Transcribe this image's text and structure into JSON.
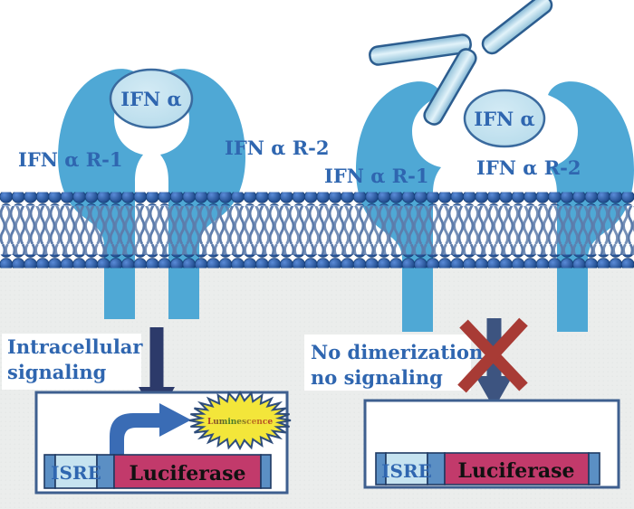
{
  "diagram": {
    "left": {
      "receptor1_label": "IFN α R-1",
      "receptor2_label": "IFN α R-2",
      "ligand_label": "IFN α",
      "caption_line1": "Intracellular",
      "caption_line2": "signaling",
      "reporter": {
        "isre": "ISRE",
        "gene": "Luciferase",
        "output": "Luminescence"
      }
    },
    "right": {
      "receptor1_label": "IFN α R-1",
      "receptor2_label": "IFN α R-2",
      "ligand_label": "IFN α",
      "caption_line1": "No dimerization,",
      "caption_line2": "no signaling",
      "reporter": {
        "isre": "ISRE",
        "gene": "Luciferase"
      }
    },
    "colors": {
      "receptor": "#4fa8d5",
      "ligand_fill": "#bcdeed",
      "ligand_stroke": "#3a6a9e",
      "membrane_head": "#1d4a95",
      "tail": "#5d7cab",
      "label_text": "#2f66b0",
      "arrow_dark": "#2c3a6a",
      "arrow_slate": "#3d5480",
      "cross_red": "#a83b35",
      "bent_arrow": "#3a6cb5",
      "segment_blue": "#5b8fc4",
      "isre_fill": "#c6e3f0",
      "luciferase_fill": "#c23a6b",
      "star_yellow": "#f3e63a",
      "star_stroke": "#2e4d7b",
      "antibody_stroke": "#2c5d8f",
      "box_stroke": "#3e5f8f",
      "cytoplasm": "#ebedec"
    }
  }
}
